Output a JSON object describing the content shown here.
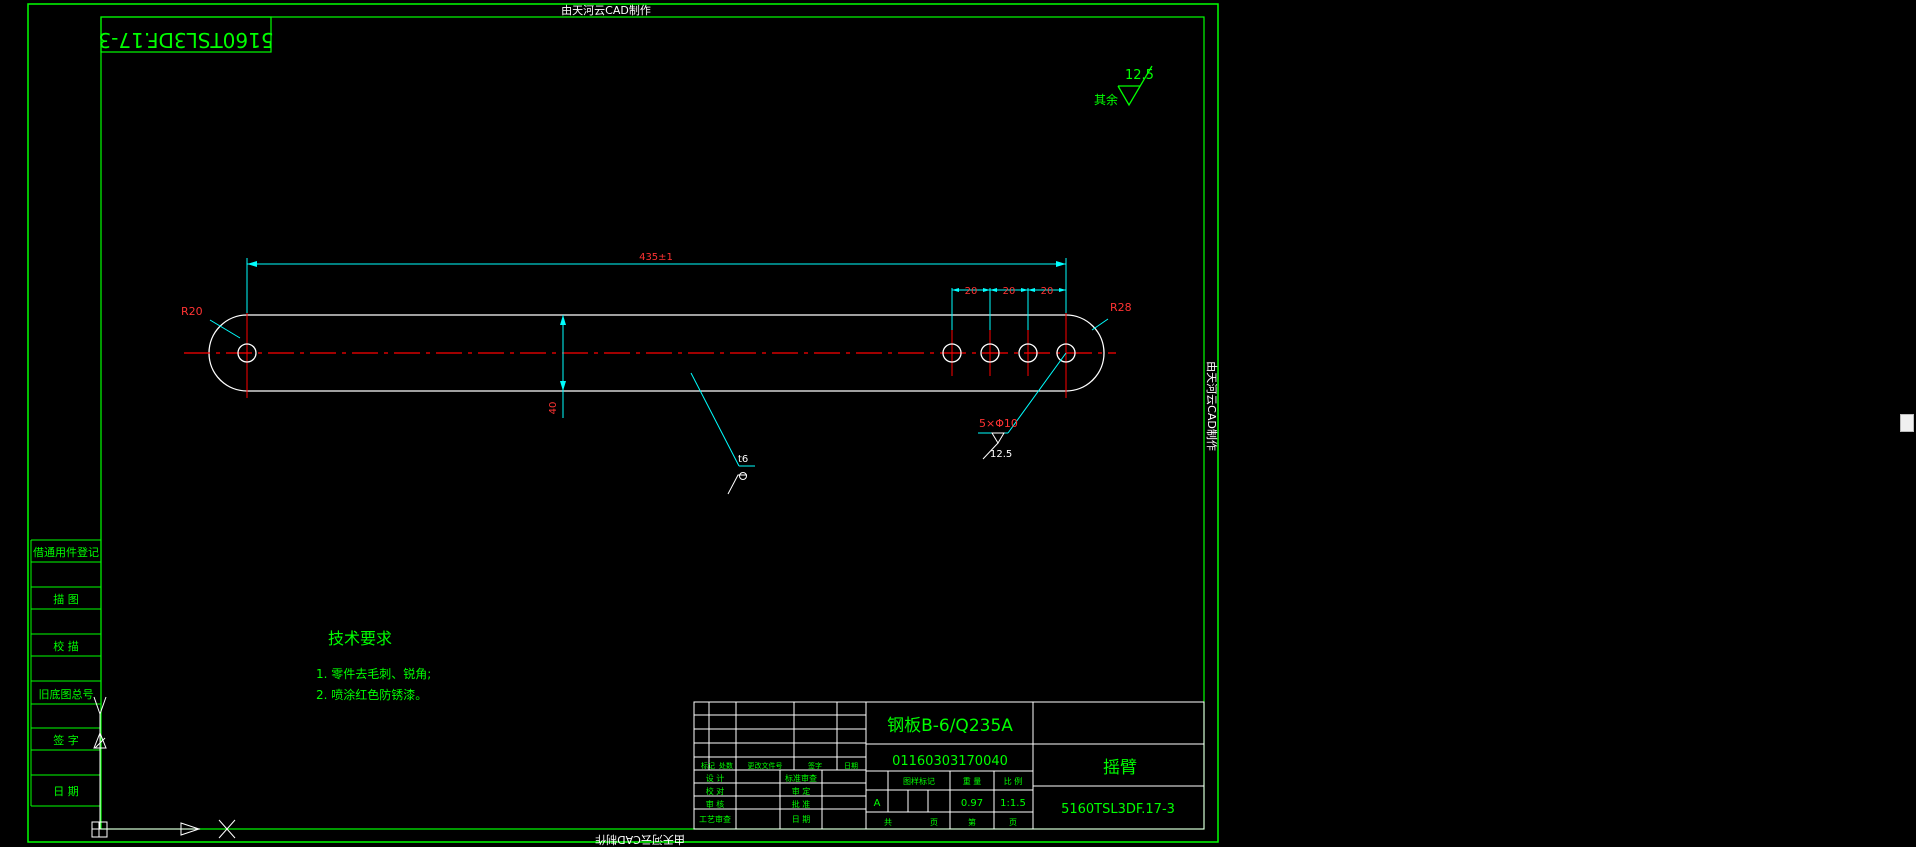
{
  "colors": {
    "background": "#000000",
    "frame": "#00ff00",
    "outline": "#ffffff",
    "dimension": "#00ffff",
    "center_line": "#ff0000",
    "label_red": "#ff3333",
    "green_text": "#00ff00",
    "yellow": "#ffff00"
  },
  "watermark": "由天河云CAD制作",
  "drawing_code_mirrored": "5160TSL3DF.17-3",
  "roughness": {
    "value": "12.5",
    "label": "其余"
  },
  "dimensions": {
    "overall_length": "435±1",
    "pitch_1": "20",
    "pitch_2": "20",
    "pitch_3": "20",
    "radius_left": "R20",
    "radius_right": "R28",
    "width": "40",
    "thickness": "t6",
    "holes": "5×Φ10",
    "hole_roughness": "12.5"
  },
  "tech_requirements": {
    "title": "技术要求",
    "items": [
      "1. 零件去毛刺、锐角;",
      "2. 喷涂红色防锈漆。"
    ]
  },
  "left_strip": [
    "借通用件登记",
    "描 图",
    "校 描",
    "旧底图总号",
    "签 字",
    "日 期"
  ],
  "title_block": {
    "material": "钢板B-6/Q235A",
    "part_code": "01160303170040",
    "part_name": "摇臂",
    "drawing_no": "5160TSL3DF.17-3",
    "rev_headers": [
      "标记",
      "处数",
      "更改文件号",
      "签字",
      "日期"
    ],
    "roles": [
      [
        "设 计",
        "标准审查"
      ],
      [
        "校 对",
        "审 定"
      ],
      [
        "审 核",
        "批 准"
      ],
      [
        "工艺审查",
        "日 期"
      ]
    ],
    "stage_headers": [
      "图样标记",
      "重 量",
      "比 例"
    ],
    "stage_mark": "A",
    "weight": "0.97",
    "scale": "1:1.5",
    "sheet_labels": [
      "共",
      "页",
      "第",
      "页"
    ]
  }
}
